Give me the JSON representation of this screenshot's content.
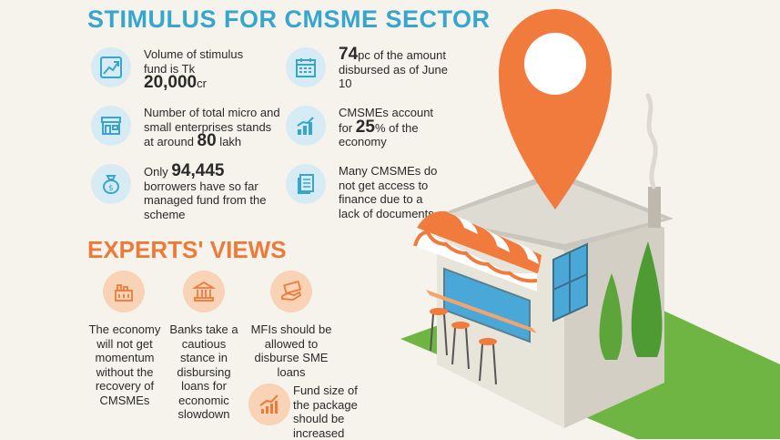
{
  "title": "STIMULUS FOR CMSME SECTOR",
  "facts": [
    {
      "icon": "growth-chart-icon",
      "pre": "Volume of stimulus fund is Tk ",
      "big": "20,000",
      "post": "cr"
    },
    {
      "icon": "shop-icon",
      "pre": "Number of total micro and small enterprises stands at around ",
      "big": "80",
      "post": " lakh"
    },
    {
      "icon": "money-bag-icon",
      "pre": "Only ",
      "big": "94,445",
      "post": " borrowers have so far managed fund from the scheme"
    },
    {
      "icon": "calendar-icon",
      "pre": "",
      "big": "74",
      "post": "pc of the amount disbursed as of June 10"
    },
    {
      "icon": "bar-chart-icon",
      "pre": "CMSMEs account for ",
      "big": "25",
      "post": "% of the economy"
    },
    {
      "icon": "document-icon",
      "pre": "Many CMSMEs do not get access to finance due to a lack of documents",
      "big": "",
      "post": ""
    }
  ],
  "experts_title": "EXPERTS' VIEWS",
  "experts": [
    {
      "icon": "factory-icon",
      "text": "The economy will not get momentum without the recovery of CMSMEs"
    },
    {
      "icon": "bank-icon",
      "text": "Banks take a cautious stance in disbursing loans for economic slowdown"
    },
    {
      "icon": "hand-money-icon",
      "text": "MFIs should be allowed to disburse SME loans"
    },
    {
      "icon": "growth-bars-icon",
      "text": "Fund size of the package should be increased"
    }
  ],
  "colors": {
    "accent_blue": "#37a6cf",
    "accent_orange": "#ee7a3a",
    "pin": "#f07b3c",
    "grass": "#6fb543",
    "tree": "#5da53a"
  }
}
